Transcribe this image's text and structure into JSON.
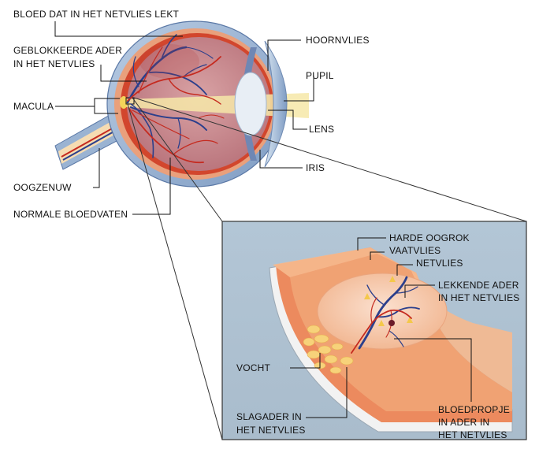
{
  "labels": {
    "bloed_lekt": "BLOED DAT IN HET NETVLIES LEKT",
    "geblokkeerde_1": "GEBLOKKEERDE ADER",
    "geblokkeerde_2": "IN HET NETVLIES",
    "macula": "MACULA",
    "oogzenuw": "OOGZENUW",
    "normale_bloedvaten": "NORMALE BLOEDVATEN",
    "hoornvlies": "HOORNVLIES",
    "pupil": "PUPIL",
    "lens": "LENS",
    "iris": "IRIS"
  },
  "inset": {
    "harde_oogrok": "HARDE OOGROK",
    "vaatvlies": "VAATVLIES",
    "netvlies": "NETVLIES",
    "lekkende_1": "LEKKENDE ADER",
    "lekkende_2": "IN HET NETVLIES",
    "vocht": "VOCHT",
    "slagader_1": "SLAGADER IN",
    "slagader_2": "HET NETVLIES",
    "bloedpropje_1": "BLOEDPROPJE",
    "bloedpropje_2": "IN ADER IN",
    "bloedpropje_3": "HET NETVLIES"
  },
  "colors": {
    "inset_background": "#b7c8d6",
    "sclera_blue": "#9ab3d2",
    "eye_interior": "#c98b90",
    "retina_layer": "#d2462d",
    "vein": "#2b3f8c",
    "artery": "#c52a1f",
    "light_beam": "#f6e7a8",
    "tissue_orange": "#f0a273",
    "fluid_yellow": "#f7d27a"
  }
}
